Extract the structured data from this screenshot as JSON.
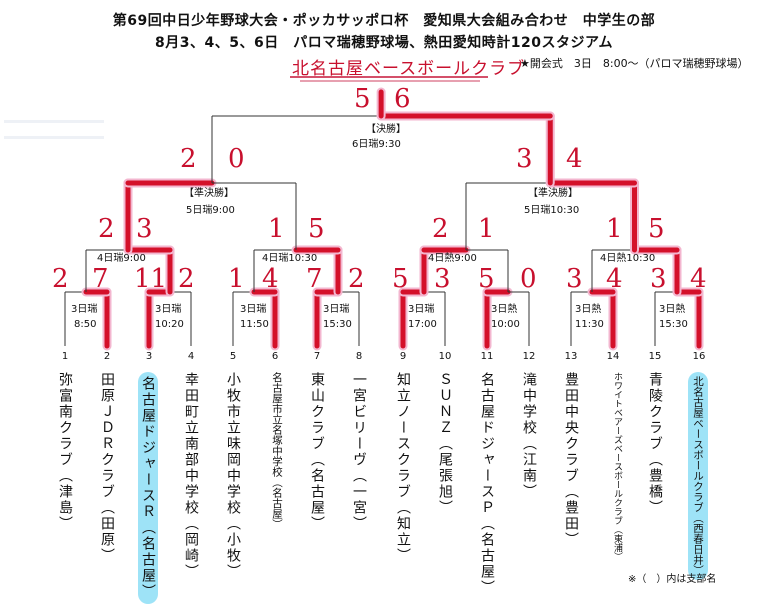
{
  "header": {
    "title": "第69回中日少年野球大会・ポッカサッポロ杯　愛知県大会組み合わせ　中学生の部",
    "dates": "8月3、4、5、6日　パロマ瑞穂野球場、熱田愛知時計120スタジアム",
    "opening": "★開会式　3日　8:00～（パロマ瑞穂野球場）"
  },
  "champion": "北名古屋ベースボールクラブ",
  "final": {
    "label": "【決勝】",
    "time": "6日瑞9:30",
    "score_left": "5",
    "score_right": "6"
  },
  "semis": [
    {
      "label": "【準決勝】",
      "time": "5日瑞9:00",
      "score_left": "2",
      "score_right": "0"
    },
    {
      "label": "【準決勝】",
      "time": "5日瑞10:30",
      "score_left": "3",
      "score_right": "4"
    }
  ],
  "quarters": [
    {
      "time": "4日瑞9:00",
      "score_left": "2",
      "score_right": "3"
    },
    {
      "time": "4日瑞10:30",
      "score_left": "1",
      "score_right": "5"
    },
    {
      "time": "4日熱9:00",
      "score_left": "2",
      "score_right": "1"
    },
    {
      "time": "4日熱10:30",
      "score_left": "1",
      "score_right": "5"
    }
  ],
  "first_round": [
    {
      "venue": "3日瑞",
      "time": "8:50",
      "score_left": "2",
      "score_right": "7"
    },
    {
      "venue": "3日瑞",
      "time": "10:20",
      "score_left": "11",
      "score_right": "2"
    },
    {
      "venue": "3日瑞",
      "time": "11:50",
      "score_left": "1",
      "score_right": "4"
    },
    {
      "venue": "3日瑞",
      "time": "15:30",
      "score_left": "7",
      "score_right": "2"
    },
    {
      "venue": "3日瑞",
      "time": "17:00",
      "score_left": "5",
      "score_right": "3"
    },
    {
      "venue": "3日熱",
      "time": "10:00",
      "score_left": "5",
      "score_right": "0"
    },
    {
      "venue": "3日熱",
      "time": "11:30",
      "score_left": "3",
      "score_right": "4"
    },
    {
      "venue": "3日熱",
      "time": "15:30",
      "score_left": "3",
      "score_right": "4"
    }
  ],
  "teams": [
    {
      "num": "1",
      "name": "弥富南クラブ（津島）"
    },
    {
      "num": "2",
      "name": "田原ＪＤＲクラブ（田原）"
    },
    {
      "num": "3",
      "name": "名古屋ドジャースＲ（名古屋）"
    },
    {
      "num": "4",
      "name": "幸田町立南部中学校（岡崎）"
    },
    {
      "num": "5",
      "name": "小牧市立味岡中学校（小牧）"
    },
    {
      "num": "6",
      "name": "名古屋市立名塚中学校（名古屋）"
    },
    {
      "num": "7",
      "name": "東山クラブ（名古屋）"
    },
    {
      "num": "8",
      "name": "一宮ビリーヴ（一宮）"
    },
    {
      "num": "9",
      "name": "知立ノースクラブ（知立）"
    },
    {
      "num": "10",
      "name": "ＳＵＮＺ（尾張旭）"
    },
    {
      "num": "11",
      "name": "名古屋ドジャースＰ（名古屋）"
    },
    {
      "num": "12",
      "name": "滝中学校（江南）"
    },
    {
      "num": "13",
      "name": "豊田中央クラブ（豊田）"
    },
    {
      "num": "14",
      "name": "ホワイトベアーズベースボールクラブ（東浦）"
    },
    {
      "num": "15",
      "name": "青陵クラブ（豊橋）"
    },
    {
      "num": "16",
      "name": "北名古屋ベースボールクラブ（西春日井）"
    }
  ],
  "footnote": "※（　）内は支部名",
  "colors": {
    "winner_line": "#d4102a",
    "winner_glow": "#f3b6cf",
    "loser_line": "#333333",
    "highlight": "#9ee3f7"
  }
}
